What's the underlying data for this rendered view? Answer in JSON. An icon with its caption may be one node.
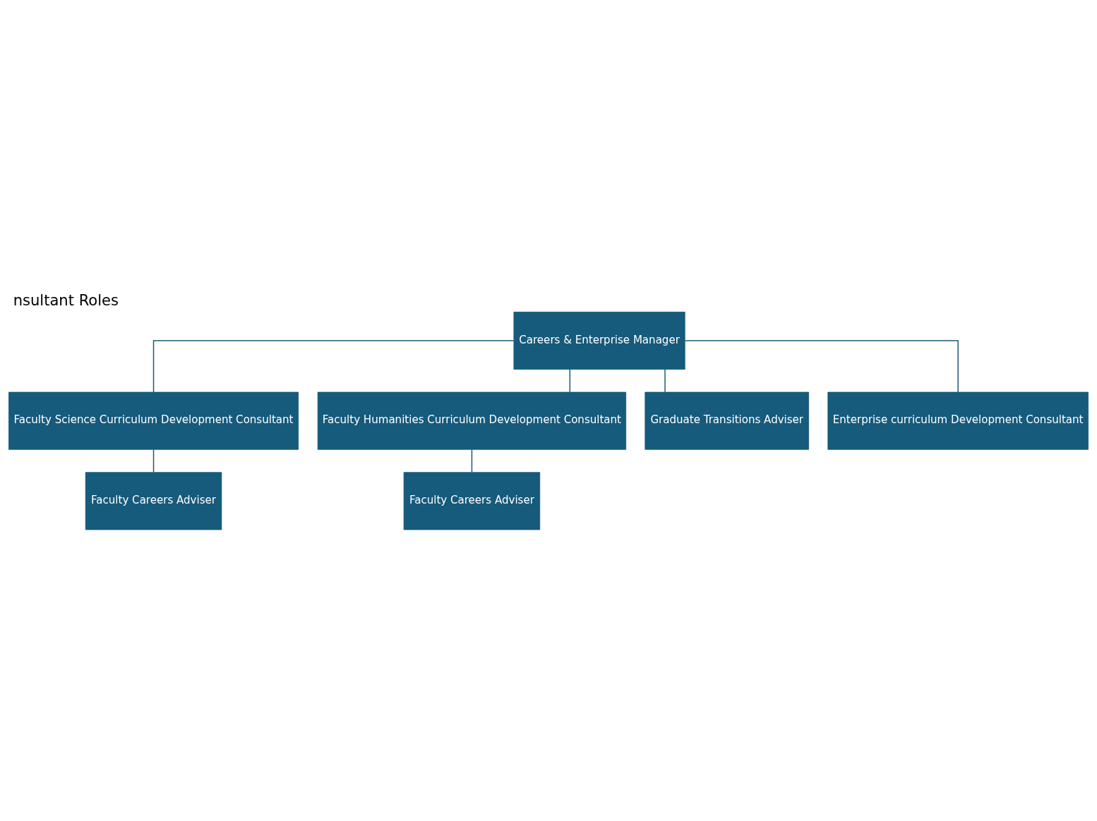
{
  "diagram": {
    "title": "nsultant Roles",
    "nodes": [
      {
        "text": [
          "Careers & Enterprise Manager"
        ]
      },
      {
        "text": [
          "Faculty Science Curriculum Development Consultant"
        ]
      },
      {
        "text": [
          "Faculty Humanities Curriculum Development Consultant"
        ]
      },
      {
        "text": [
          "Faculty Careers Adviser"
        ]
      },
      {
        "text": [
          "Faculty Careers Adviser"
        ]
      },
      {
        "text": [
          "Graduate Transitions Adviser"
        ]
      },
      {
        "text": [
          "Enterprise curriculum Development Consultant"
        ]
      }
    ],
    "edges": [
      {
        "from": 0,
        "to": 1,
        "arrow": "none"
      },
      {
        "from": 0,
        "to": 2,
        "arrow": "none"
      },
      {
        "from": 1,
        "to": 3,
        "arrow": "none"
      },
      {
        "from": 2,
        "to": 4,
        "arrow": "none"
      },
      {
        "from": 0,
        "to": 5,
        "arrow": "none"
      },
      {
        "from": 0,
        "to": 6,
        "arrow": "none"
      }
    ]
  }
}
